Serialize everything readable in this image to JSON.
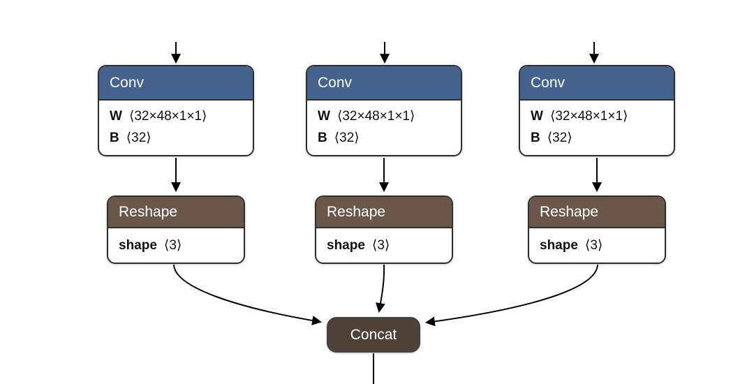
{
  "colors": {
    "canvas_bg": "#ffffff",
    "conv_header": "#45618e",
    "reshape_header": "#6b564a",
    "concat_fill": "#4e4138",
    "concat_border": "#424242",
    "node_border": "#2e2e2e",
    "body_bg": "#ffffff",
    "edge_color": "#000000",
    "text_light": "#ffffff",
    "text_dark": "#111111"
  },
  "nodes": {
    "conv_1": {
      "title": "Conv",
      "attrs": [
        {
          "name": "W",
          "value": "⟨32×48×1×1⟩"
        },
        {
          "name": "B",
          "value": "⟨32⟩"
        }
      ]
    },
    "conv_2": {
      "title": "Conv",
      "attrs": [
        {
          "name": "W",
          "value": "⟨32×48×1×1⟩"
        },
        {
          "name": "B",
          "value": "⟨32⟩"
        }
      ]
    },
    "conv_3": {
      "title": "Conv",
      "attrs": [
        {
          "name": "W",
          "value": "⟨32×48×1×1⟩"
        },
        {
          "name": "B",
          "value": "⟨32⟩"
        }
      ]
    },
    "reshape_1": {
      "title": "Reshape",
      "attrs": [
        {
          "name": "shape",
          "value": "⟨3⟩"
        }
      ]
    },
    "reshape_2": {
      "title": "Reshape",
      "attrs": [
        {
          "name": "shape",
          "value": "⟨3⟩"
        }
      ]
    },
    "reshape_3": {
      "title": "Reshape",
      "attrs": [
        {
          "name": "shape",
          "value": "⟨3⟩"
        }
      ]
    },
    "concat": {
      "title": "Concat"
    }
  }
}
